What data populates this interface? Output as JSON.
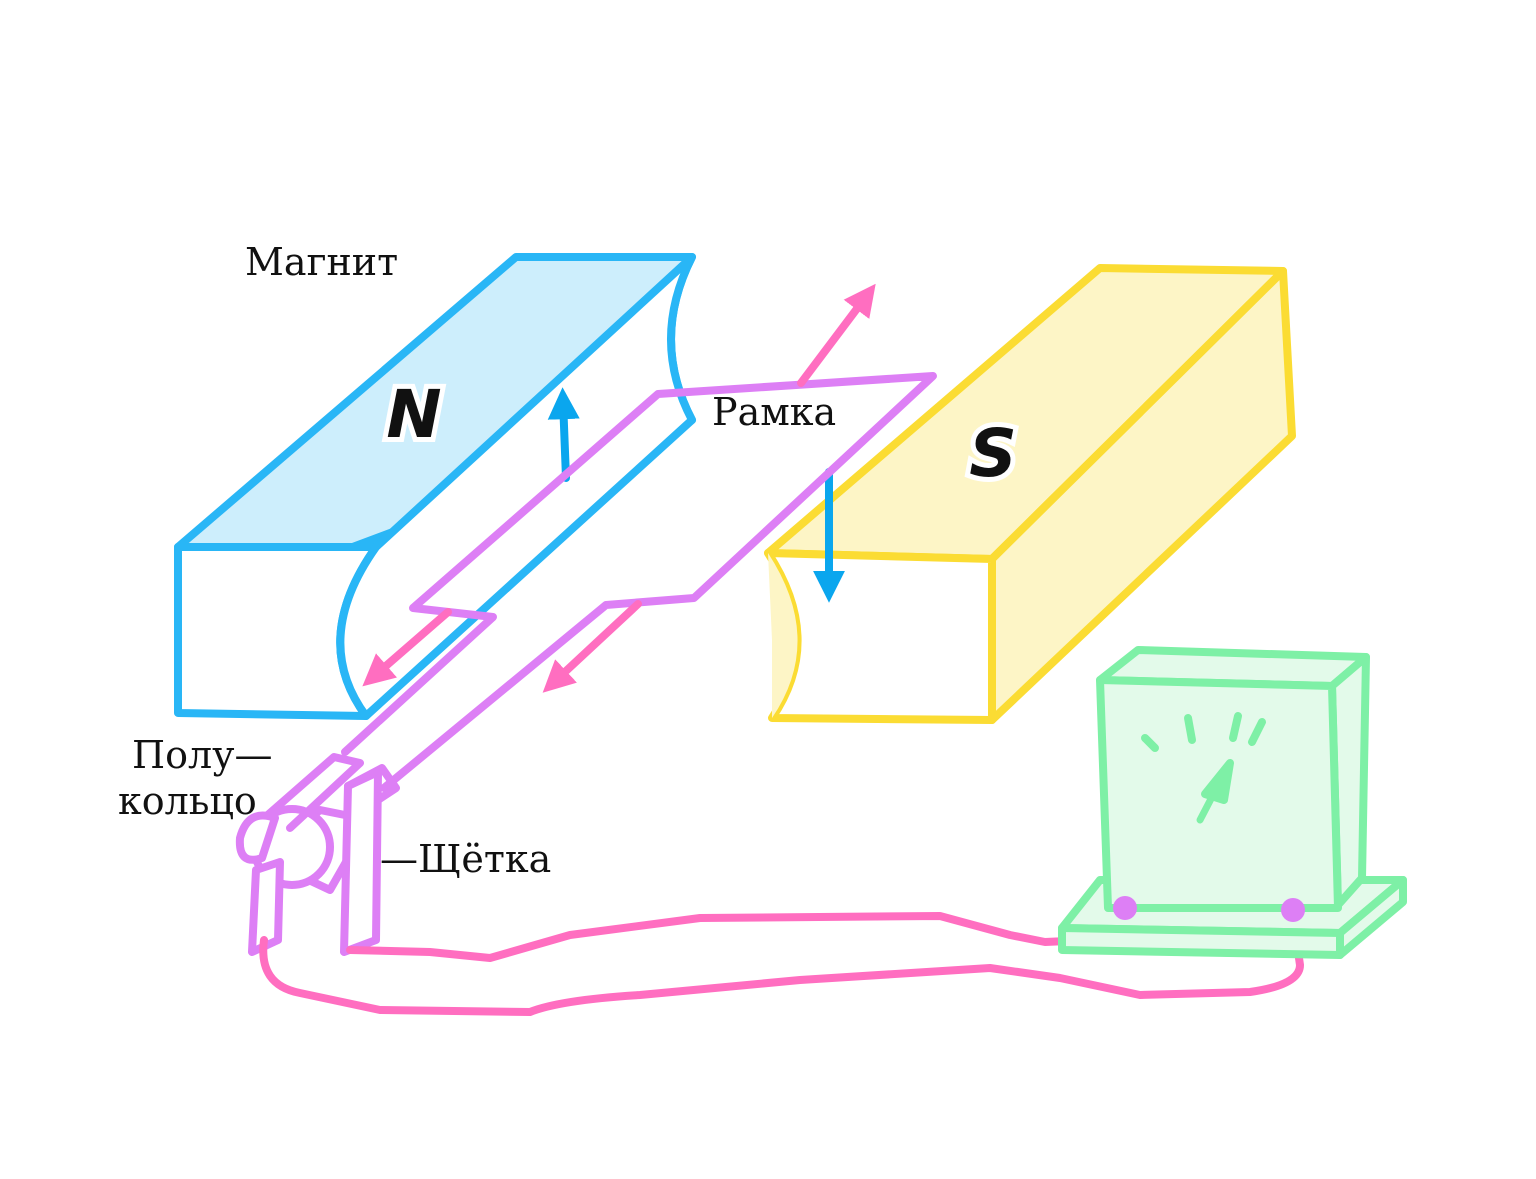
{
  "labels": {
    "magnet": "Магнит",
    "frame": "Рамка",
    "half_ring_line1": "Полу—",
    "half_ring_line2": "кольцо",
    "brush": "—Щётка",
    "north": "N",
    "south": "S"
  },
  "colors": {
    "north_magnet": "#29b6f6",
    "north_fill": "#cdeefc",
    "south_magnet": "#fbdc33",
    "south_fill": "#fdf5c6",
    "frame": "#dd7ff5",
    "wire": "#ff6ec0",
    "force_arrow": "#ff6ec0",
    "field_arrow": "#0aa6ee",
    "meter": "#7ef0a6",
    "meter_fill": "#e3faea"
  }
}
